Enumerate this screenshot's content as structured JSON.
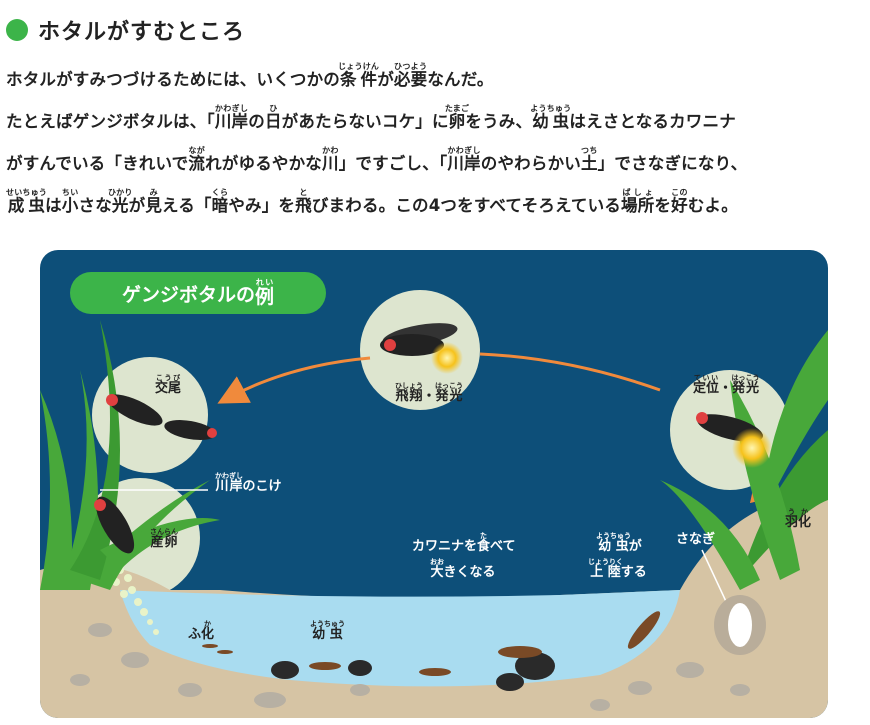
{
  "heading": {
    "title": "ホタルがすむところ",
    "accent": "#3cb449"
  },
  "paragraph": {
    "line1": {
      "a": "ホタルがすみつづけるためには、いくつかの",
      "b": "条件",
      "b_rt": "じょうけん",
      "c": "が",
      "d": "必要",
      "d_rt": "ひつよう",
      "e": "なんだ。"
    },
    "line2": {
      "a": "たとえばゲンジボタルは、「",
      "b": "川岸",
      "b_rt": "かわぎし",
      "c": "の",
      "d": "日",
      "d_rt": "ひ",
      "e": "があたらないコケ」に",
      "f": "卵",
      "f_rt": "たまご",
      "g": "をうみ、",
      "h": "幼虫",
      "h_rt": "ようちゅう",
      "i": "はえさとなるカワニナ"
    },
    "line3": {
      "a": "がすんでいる「きれいで",
      "b": "流",
      "b_rt": "なが",
      "c": "れがゆるやかな",
      "d": "川",
      "d_rt": "かわ",
      "e": "」ですごし、「",
      "f": "川岸",
      "f_rt": "かわぎし",
      "g": "のやわらかい",
      "h": "土",
      "h_rt": "つち",
      "i": "」でさなぎになり、"
    },
    "line4": {
      "a": "成虫",
      "a_rt": "せいちゅう",
      "b": "は",
      "c": "小",
      "c_rt": "ちい",
      "d": "さな",
      "e": "光",
      "e_rt": "ひかり",
      "f": "が",
      "g": "見",
      "g_rt": "み",
      "h": "える「",
      "i": "暗",
      "i_rt": "くら",
      "j": "やみ」を",
      "k": "飛",
      "k_rt": "と",
      "l": "びまわる。この4つをすべてそろえている",
      "m": "場所",
      "m_rt": "ばしょ",
      "n": "を",
      "o": "好",
      "o_rt": "この",
      "p": "むよ。"
    }
  },
  "diagram": {
    "badge": {
      "a": "ゲンジボタルの",
      "b": "例",
      "b_rt": "れい"
    },
    "labels": {
      "mating": {
        "a": "交尾",
        "a_rt": "こうび"
      },
      "flight": {
        "a": "飛翔",
        "a_rt": "ひしょう",
        "b": "・",
        "c": "発光",
        "c_rt": "はっこう"
      },
      "position": {
        "a": "定位",
        "a_rt": "ていい",
        "b": "・",
        "c": "発光",
        "c_rt": "はっこう"
      },
      "moss": {
        "a": "川岸",
        "a_rt": "かわぎし",
        "b": "のこけ"
      },
      "laying": {
        "a": "産卵",
        "a_rt": "さんらん"
      },
      "eat_line1": {
        "a": "カワニナを",
        "b": "食",
        "b_rt": "た",
        "c": "べて"
      },
      "eat_line2": {
        "a": "大",
        "a_rt": "おお",
        "b": "きくなる"
      },
      "landing_line1": {
        "a": "幼虫",
        "a_rt": "ようちゅう",
        "b": "が"
      },
      "landing_line2": {
        "a": "上陸",
        "a_rt": "じょうりく",
        "b": "する"
      },
      "pupa": "さなぎ",
      "emergence": {
        "a": "羽化",
        "a_rt": "うか"
      },
      "hatching": {
        "a": "ふ",
        "b": "化",
        "b_rt": "か"
      },
      "larva": {
        "a": "幼虫",
        "a_rt": "ようちゅう"
      }
    },
    "colors": {
      "night": "#0d4f79",
      "water": "#a9dcf0",
      "soil": "#d6c4a4",
      "grass": "#48a83a",
      "arrow": "#f08a3c",
      "glow": "#f6c21b",
      "moon": "#dde5cf"
    }
  }
}
